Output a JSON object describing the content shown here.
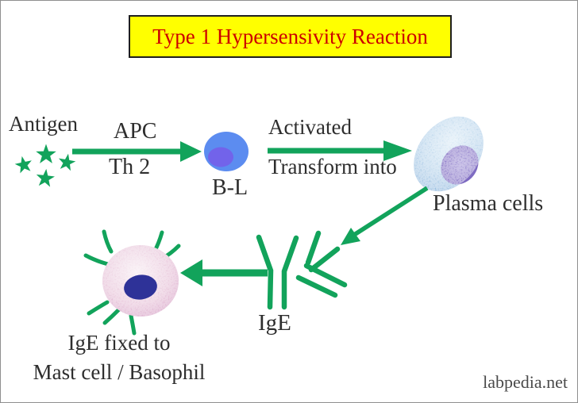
{
  "title": "Type 1 Hypersensivity Reaction",
  "labels": {
    "antigen": "Antigen",
    "apc": "APC",
    "th2": "Th 2",
    "b_lymphocyte": "B-L",
    "activated": "Activated",
    "transform_into": "Transform into",
    "plasma_cells": "Plasma cells",
    "ige": "IgE",
    "ige_fixed_line1": "IgE fixed to",
    "ige_fixed_line2": "Mast cell / Basophil"
  },
  "watermark": "labpedia.net",
  "diagram": {
    "antigen_stars": 4,
    "ige_antibodies": 2,
    "mast_cell_spikes": 7
  },
  "colors": {
    "green": "#12a35b",
    "title_bg": "#ffff00",
    "title_text": "#cc0000",
    "title_border": "#1f1f1f",
    "ink": "#2e2e2e",
    "bl_cell_body": "#5c8cf0",
    "bl_cell_nucleus": "#7263ea",
    "plasma_body": "#a9cbe8",
    "plasma_nucleus": "#8273c6",
    "mast_body": "#dca8ca",
    "mast_nucleus": "#2e3298",
    "watermark_color": "#4a4a4a",
    "background": "#ffffff",
    "frame_border": "#8f8f8f"
  }
}
